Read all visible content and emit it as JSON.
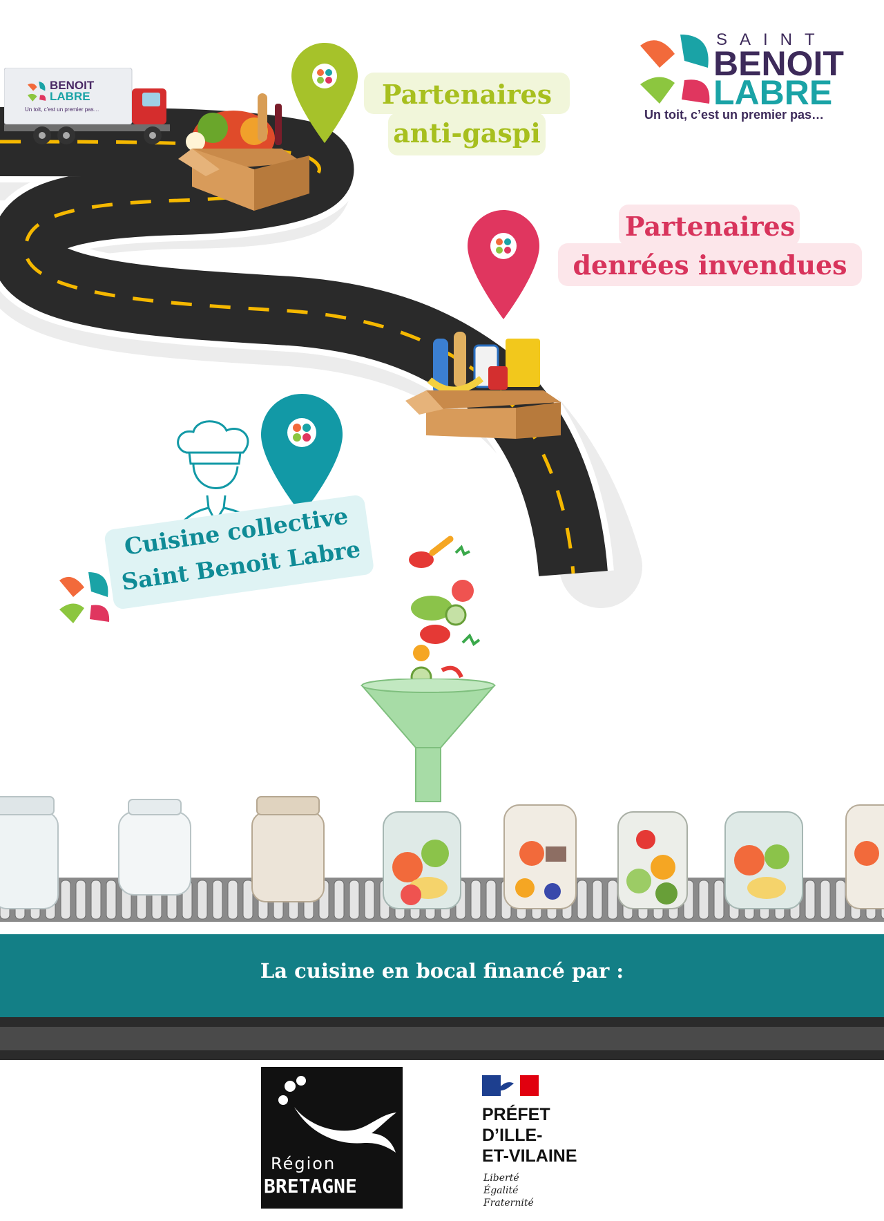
{
  "brand": {
    "saint": "SAINT",
    "benoit": "BENOIT",
    "labre": "LABRE",
    "tagline": "Un toit, c’est un premier pas…",
    "colors": {
      "orange": "#f26a3b",
      "purple": "#4a2a66",
      "teal": "#1aa3a6",
      "green": "#8cc63f",
      "navy": "#2e2a5c"
    }
  },
  "truck": {
    "benoit": "BENOIT",
    "labre": "LABRE",
    "tagline": "Un toit, c’est un premier pas…"
  },
  "stops": [
    {
      "line1": "Partenaires",
      "line2": "anti-gaspi",
      "pin_color": "#a6c22a",
      "box_color": "#f1f6da",
      "text_color": "#a7bf1e"
    },
    {
      "line1": "Partenaires",
      "line2": "denrées invendues",
      "pin_color": "#e0365f",
      "box_color": "#fce6ea",
      "text_color": "#d8345c"
    },
    {
      "line1": "Cuisine collective",
      "line2": "Saint Benoit Labre",
      "pin_color": "#1299a6",
      "box_color": "#dff3f4",
      "text_color": "#0f8b96"
    }
  ],
  "belt": {
    "caption": "La cuisine en bocal financé par :",
    "color": "#137f86"
  },
  "funders": {
    "region_word": "Région",
    "region_name": "BRETAGNE",
    "prefet_lines": [
      "PRÉFET",
      "D’ILLE-",
      "ET-VILAINE"
    ],
    "devise": [
      "Liberté",
      "Égalité",
      "Fraternité"
    ]
  },
  "icons": [
    "map-pin-icon",
    "chef-icon",
    "truck-icon",
    "box-icon",
    "jar-icon",
    "funnel-icon",
    "ermine-icon",
    "marianne-icon"
  ]
}
